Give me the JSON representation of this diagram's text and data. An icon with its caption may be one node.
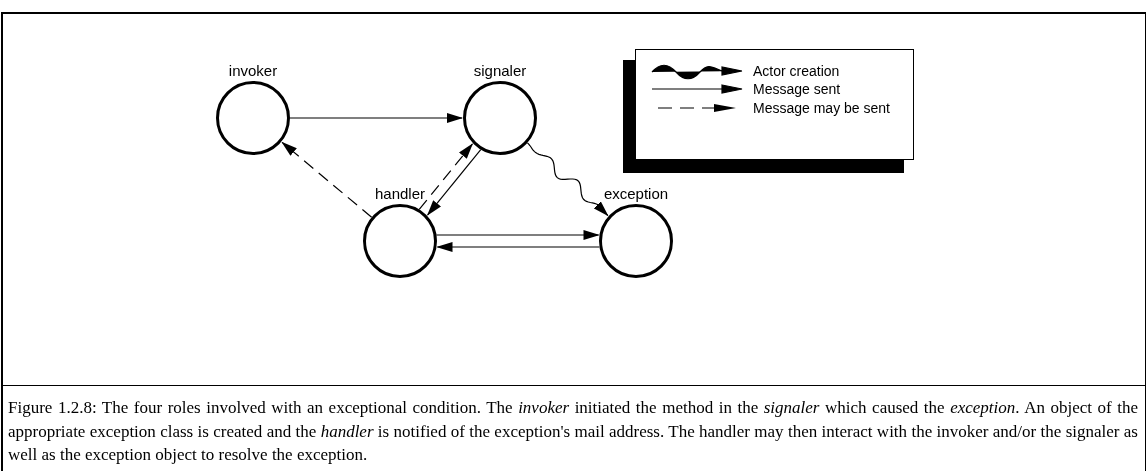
{
  "diagram": {
    "caption": "Figure 1.2.8: The four roles involved with an exceptional condition. The *invoker* initiated the method in the *signaler* which caused the *exception*. An object of the appropriate exception class is created and the *handler* is notified of the exception's mail address. The handler may then interact with the invoker and/or the signaler as well as the exception object to resolve the exception.",
    "nodes": [
      {
        "text": [
          "invoker"
        ]
      },
      {
        "text": [
          "signaler"
        ]
      },
      {
        "text": [
          "handler"
        ]
      },
      {
        "text": [
          "exception"
        ]
      }
    ],
    "edges": [
      {
        "from": 0,
        "to": 1,
        "arrow": "to"
      },
      {
        "from": 1,
        "to": 2,
        "arrow": "to"
      },
      {
        "from": 2,
        "to": 1,
        "arrow": "to",
        "style": "dashed"
      },
      {
        "from": 2,
        "to": 0,
        "arrow": "to",
        "style": "dashed"
      },
      {
        "from": 1,
        "to": 3,
        "arrow": "to"
      },
      {
        "from": 2,
        "to": 3,
        "arrow": "to"
      },
      {
        "from": 3,
        "to": 2,
        "arrow": "to"
      }
    ],
    "legend": [
      {
        "text": "Actor creation"
      },
      {
        "text": "Message sent"
      },
      {
        "text": "Message may be sent"
      }
    ]
  }
}
